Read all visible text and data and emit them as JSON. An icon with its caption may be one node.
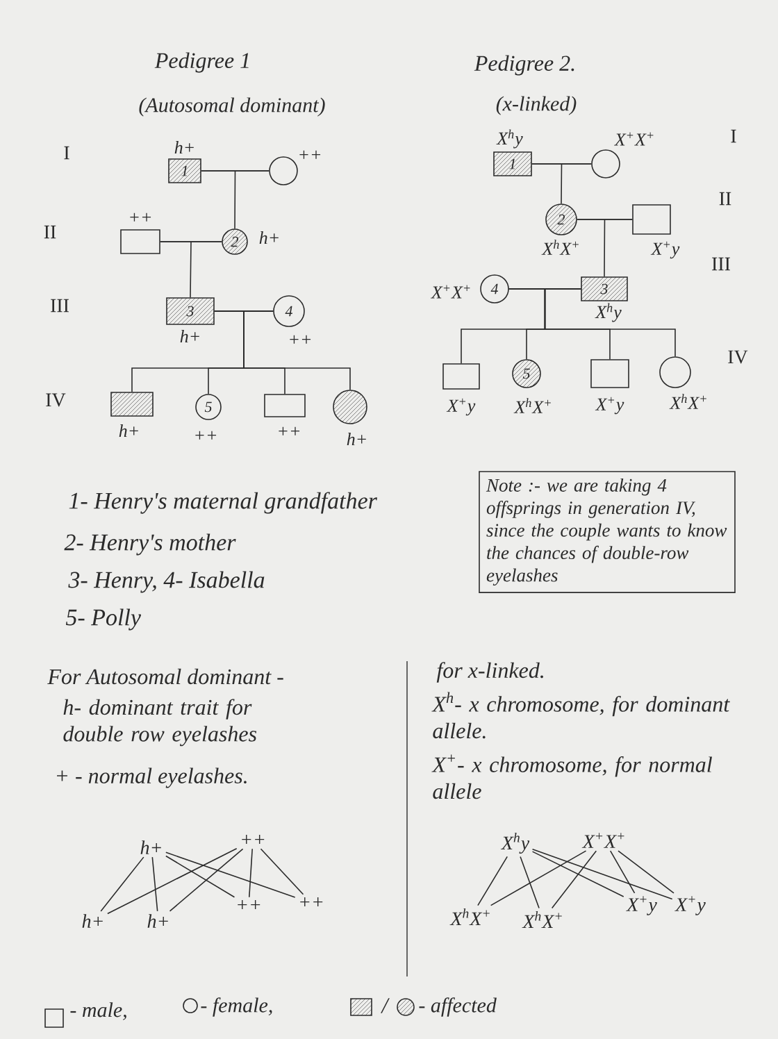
{
  "diagram": {
    "nodes": [
      {
        "text": [
          "1"
        ],
        "beside": [
          "h+"
        ]
      },
      {
        "text": [],
        "shape": "circle",
        "beside": [
          "++"
        ]
      },
      {
        "text": [],
        "shape": "box",
        "beside": [
          "++"
        ]
      },
      {
        "text": [
          "2"
        ],
        "beside": [
          "h+"
        ]
      },
      {
        "text": [
          "3"
        ],
        "beside": [
          "h+"
        ]
      },
      {
        "text": [
          "4"
        ],
        "beside": [
          "++"
        ]
      },
      {
        "text": [],
        "shape": "box",
        "beside": [
          "h+"
        ]
      },
      {
        "text": [
          "5"
        ],
        "beside": [
          "++"
        ]
      },
      {
        "text": [],
        "shape": "box",
        "beside": [
          "++"
        ]
      },
      {
        "text": [],
        "shape": "circle",
        "beside": [
          "h+"
        ]
      },
      {
        "text": [
          "1"
        ],
        "beside": [
          "X$^{h}$y"
        ]
      },
      {
        "text": [],
        "shape": "circle",
        "beside": [
          "X$^{+}$X$^{+}$"
        ]
      },
      {
        "text": [
          "2"
        ],
        "beside": [
          "X$^{h}$X$^{+}$"
        ]
      },
      {
        "text": [],
        "shape": "box",
        "beside": [
          "X$^{+}$y"
        ]
      },
      {
        "text": [
          "4"
        ],
        "beside": [
          "X$^{+}$X$^{+}$"
        ]
      },
      {
        "text": [
          "3"
        ],
        "beside": [
          "X$^{h}$y"
        ]
      },
      {
        "text": [],
        "shape": "box",
        "beside": [
          "X$^{+}$y"
        ]
      },
      {
        "text": [
          "5"
        ],
        "beside": [
          "X$^{h}$X$^{+}$"
        ]
      },
      {
        "text": [],
        "shape": "box",
        "beside": [
          "X$^{+}$y"
        ]
      },
      {
        "text": [],
        "shape": "circle",
        "beside": [
          "X$^{h}$X$^{+}$"
        ]
      },
      {
        "text": [
          "Note :- we are taking 4 offsprings in generation IV, since the couple wants to know the chances of double-row eyelashes"
        ]
      },
      {
        "text": [
          "h+"
        ]
      },
      {
        "text": [
          "++"
        ]
      },
      {
        "text": [
          "h+"
        ]
      },
      {
        "text": [
          "h+"
        ]
      },
      {
        "text": [
          "++"
        ]
      },
      {
        "text": [
          "++"
        ]
      },
      {
        "text": [
          "X$^{h}$y"
        ]
      },
      {
        "text": [
          "X$^{+}$X$^{+}$"
        ]
      },
      {
        "text": [
          "X$^{h}$X$^{+}$"
        ]
      },
      {
        "text": [
          "X$^{h}$X$^{+}$"
        ]
      },
      {
        "text": [
          "X$^{+}$y"
        ]
      },
      {
        "text": [
          "X$^{+}$y"
        ]
      }
    ],
    "edges": [
      {
        "from": 0,
        "to": 1,
        "arrow": "none"
      },
      {
        "from": 0,
        "to": 3,
        "arrow": "none"
      },
      {
        "from": 1,
        "to": 3,
        "arrow": "none"
      },
      {
        "from": 2,
        "to": 3,
        "arrow": "none"
      },
      {
        "from": 2,
        "to": 4,
        "arrow": "none"
      },
      {
        "from": 3,
        "to": 4,
        "arrow": "none"
      },
      {
        "from": 4,
        "to": 5,
        "arrow": "none"
      },
      {
        "from": 4,
        "to": 6,
        "arrow": "none"
      },
      {
        "from": 5,
        "to": 6,
        "arrow": "none"
      },
      {
        "from": 4,
        "to": 7,
        "arrow": "none"
      },
      {
        "from": 5,
        "to": 7,
        "arrow": "none"
      },
      {
        "from": 4,
        "to": 8,
        "arrow": "none"
      },
      {
        "from": 5,
        "to": 8,
        "arrow": "none"
      },
      {
        "from": 4,
        "to": 9,
        "arrow": "none"
      },
      {
        "from": 5,
        "to": 9,
        "arrow": "none"
      },
      {
        "from": 10,
        "to": 11,
        "arrow": "none"
      },
      {
        "from": 10,
        "to": 12,
        "arrow": "none"
      },
      {
        "from": 11,
        "to": 12,
        "arrow": "none"
      },
      {
        "from": 12,
        "to": 13,
        "arrow": "none"
      },
      {
        "from": 12,
        "to": 15,
        "arrow": "none"
      },
      {
        "from": 13,
        "to": 15,
        "arrow": "none"
      },
      {
        "from": 14,
        "to": 15,
        "arrow": "none"
      },
      {
        "from": 14,
        "to": 16,
        "arrow": "none"
      },
      {
        "from": 15,
        "to": 16,
        "arrow": "none"
      },
      {
        "from": 14,
        "to": 17,
        "arrow": "none"
      },
      {
        "from": 15,
        "to": 17,
        "arrow": "none"
      },
      {
        "from": 14,
        "to": 18,
        "arrow": "none"
      },
      {
        "from": 15,
        "to": 18,
        "arrow": "none"
      },
      {
        "from": 14,
        "to": 19,
        "arrow": "none"
      },
      {
        "from": 15,
        "to": 19,
        "arrow": "none"
      },
      {
        "from": 21,
        "to": 23,
        "arrow": "none"
      },
      {
        "from": 22,
        "to": 23,
        "arrow": "none"
      },
      {
        "from": 21,
        "to": 24,
        "arrow": "none"
      },
      {
        "from": 22,
        "to": 24,
        "arrow": "none"
      },
      {
        "from": 21,
        "to": 25,
        "arrow": "none"
      },
      {
        "from": 22,
        "to": 25,
        "arrow": "none"
      },
      {
        "from": 21,
        "to": 26,
        "arrow": "none"
      },
      {
        "from": 22,
        "to": 26,
        "arrow": "none"
      },
      {
        "from": 27,
        "to": 29,
        "arrow": "none"
      },
      {
        "from": 28,
        "to": 29,
        "arrow": "none"
      },
      {
        "from": 27,
        "to": 30,
        "arrow": "none"
      },
      {
        "from": 28,
        "to": 30,
        "arrow": "none"
      },
      {
        "from": 27,
        "to": 31,
        "arrow": "none"
      },
      {
        "from": 28,
        "to": 31,
        "arrow": "none"
      },
      {
        "from": 27,
        "to": 32,
        "arrow": "none"
      },
      {
        "from": 28,
        "to": 32,
        "arrow": "none"
      }
    ],
    "labels": [
      "Pedigree 1",
      "(Autosomal dominant)",
      "I",
      "II",
      "III",
      "IV",
      "Pedigree 2.",
      "(x-linked)",
      "I",
      "II",
      "III",
      "IV",
      "1- Henry's maternal grandfather",
      "2- Henry's mother",
      "3- Henry, 4- Isabella",
      "5- Polly",
      "For Autosomal dominant -",
      "h- dominant trait for double row eyelashes",
      "+ - normal eyelashes.",
      "for x-linked.",
      "X$^{h}$- x chromosome, for dominant allele.",
      "X$^{+}$- x chromosome, for normal allele",
      "/"
    ],
    "legend": [
      {
        "text": "- male,"
      },
      {
        "text": "- female,"
      },
      {
        "text": "- affected"
      }
    ]
  }
}
